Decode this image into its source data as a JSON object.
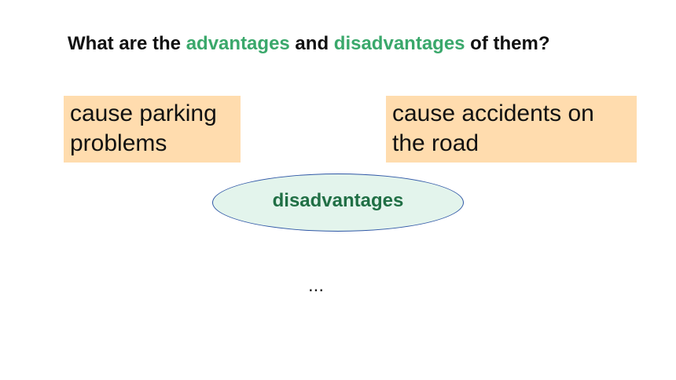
{
  "heading": {
    "part1": "What are the ",
    "accent1": "advantages",
    "part2": " and ",
    "accent2": "disadvantages",
    "part3": " of them?"
  },
  "cards": {
    "left": "cause parking problems",
    "right": "cause accidents on the road"
  },
  "center": {
    "label": "disadvantages"
  },
  "continuation": "...",
  "colors": {
    "accent_green": "#3aa86b",
    "card_fill": "#ffdcae",
    "ellipse_fill": "#e3f4ec",
    "ellipse_border": "#2f57a6",
    "ellipse_text": "#206f45"
  }
}
